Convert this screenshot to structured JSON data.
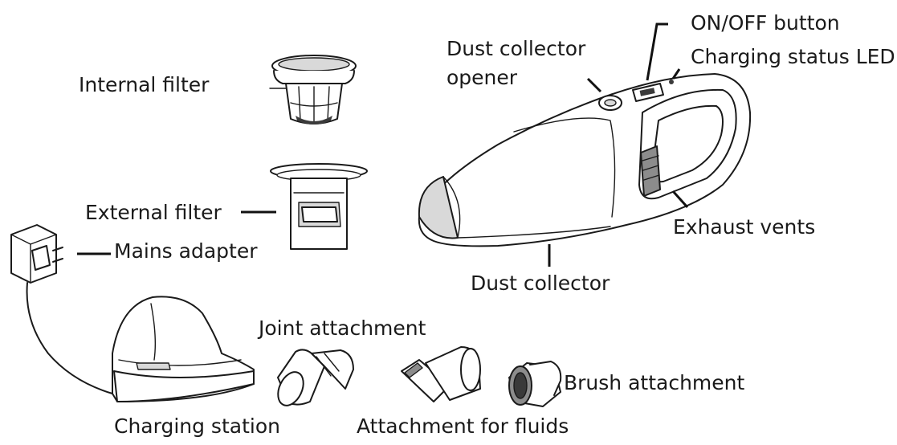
{
  "diagram": {
    "labels": {
      "on_off_button": "ON/OFF button",
      "dust_collector_opener_line1": "Dust collector",
      "dust_collector_opener_line2": "opener",
      "charging_status_led": "Charging status LED",
      "internal_filter": "Internal filter",
      "external_filter": "External filter",
      "mains_adapter": "Mains adapter",
      "exhaust_vents": "Exhaust vents",
      "dust_collector": "Dust collector",
      "joint_attachment": "Joint attachment",
      "brush_attachment": "Brush attachment",
      "charging_station": "Charging station",
      "attachment_for_fluids": "Attachment for fluids"
    }
  }
}
